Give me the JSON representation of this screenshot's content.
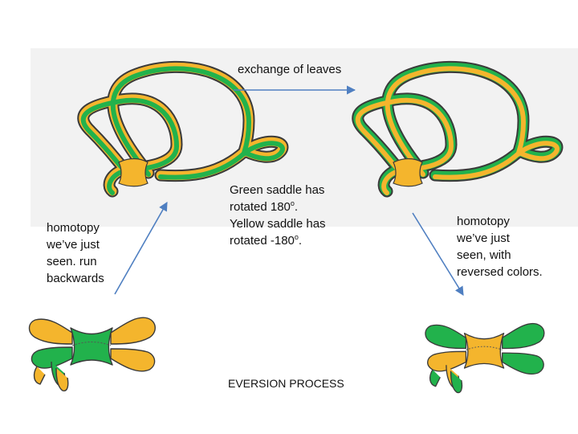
{
  "title": "EVERSION PROCESS",
  "top_arrow_label": "exchange of leaves",
  "middle_note": {
    "line1": "Green saddle has",
    "line2_prefix": "rotated 180",
    "line2_sup": "o",
    "line2_suffix": ".",
    "line3": "Yellow saddle has",
    "line4_prefix": "rotated -180",
    "line4_sup": "o",
    "line4_suffix": "."
  },
  "left_note": [
    "homotopy",
    "we’ve just",
    "seen. run",
    "backwards"
  ],
  "right_note": [
    "homotopy",
    "we’ve just",
    "seen, with",
    "reversed colors."
  ],
  "colors": {
    "green": "#22b24c",
    "yellow": "#f4b52d",
    "arrow": "#4f7fc1",
    "band": "#f2f2f2",
    "outline": "#3a3a3a"
  }
}
